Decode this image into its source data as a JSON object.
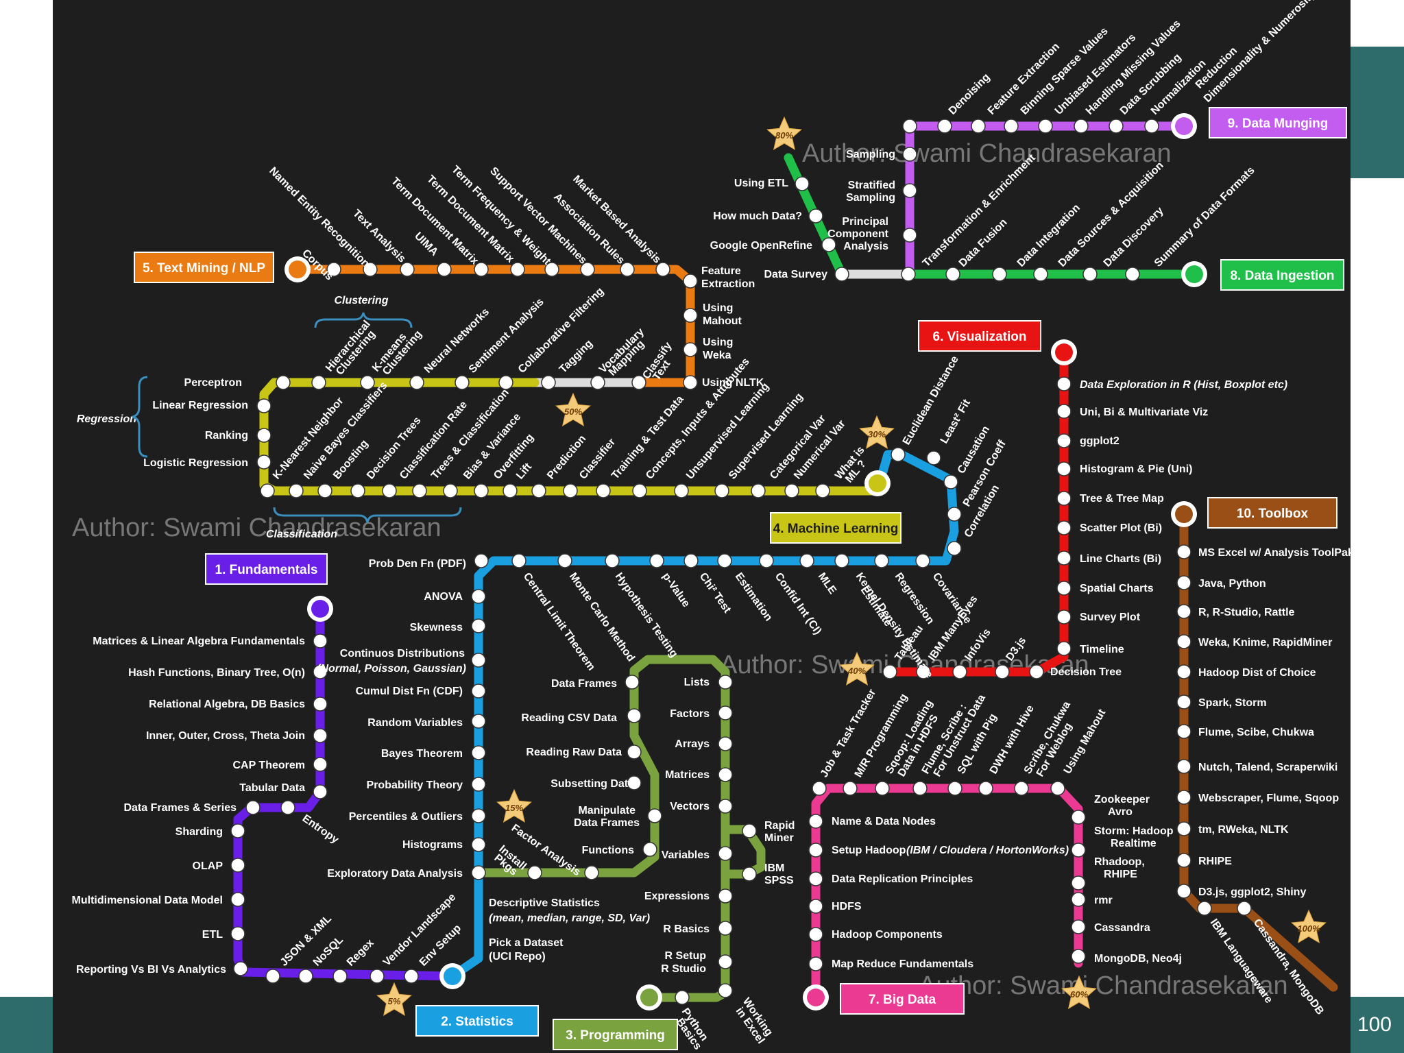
{
  "page_number": "100",
  "watermark": "Author: Swami Chandrasekaran",
  "colors": {
    "fundamentals": "#6a1fe8",
    "statistics": "#1a9fe0",
    "programming": "#7aa23e",
    "machine_learning": "#c9c516",
    "text_mining": "#ea7a12",
    "visualization": "#e81414",
    "big_data": "#ea3a92",
    "data_ingestion": "#1fbf4a",
    "data_munging": "#c35df0",
    "toolbox": "#9a4f16",
    "connector": "#dddddd"
  },
  "lines": {
    "fundamentals": {
      "label": "1. Fundamentals",
      "stations": [
        "Matrices & Linear Algebra Fundamentals",
        "Hash Functions, Binary Tree, O(n)",
        "Relational Algebra, DB Basics",
        "Inner, Outer, Cross, Theta Join",
        "CAP Theorem",
        "Tabular Data",
        "Entropy",
        "Data Frames & Series",
        "Sharding",
        "OLAP",
        "Multidimensional Data Model",
        "ETL",
        "Reporting Vs BI Vs Analytics",
        "JSON & XML",
        "NoSQL",
        "Regex",
        "Vendor Landscape",
        "Env Setup"
      ],
      "star": "5%"
    },
    "statistics": {
      "label": "2. Statistics",
      "stations": [
        "Pick a Dataset (UCI Repo)",
        "Descriptive Statistics",
        "(mean, median, range, SD, Var)",
        "Exploratory Data Analysis",
        "Histograms",
        "Percentiles & Outliers",
        "Probability Theory",
        "Bayes Theorem",
        "Random Variables",
        "Cumul Dist Fn (CDF)",
        "Continuos Distributions",
        "(Normal, Poisson, Gaussian)",
        "Skewness",
        "ANOVA",
        "Prob Den Fn (PDF)",
        "Central Limit Theorem",
        "Monte Carlo Method",
        "Hypothesis Testing",
        "p-Value",
        "Chi² Test",
        "Estimation",
        "Confid Int (CI)",
        "MLE",
        "Kernel Density Estimate",
        "Regression",
        "Covariance",
        "Correlation",
        "Pearson Coeff",
        "Causation",
        "Least² Fit",
        "Euclidean Distance"
      ],
      "star": "15%"
    },
    "programming": {
      "label": "3. Programming",
      "stations": [
        "Python Basics",
        "Working in Excel",
        "R Setup",
        "R Studio",
        "R Basics",
        "Expressions",
        "Variables",
        "IBM SPSS",
        "Rapid Miner",
        "Vectors",
        "Matrices",
        "Arrays",
        "Factors",
        "Lists",
        "Data Frames",
        "Reading CSV Data",
        "Reading Raw Data",
        "Subsetting Data",
        "Manipulate Data Frames",
        "Functions",
        "Install Pkgs",
        "Factor Analysis"
      ]
    },
    "machine_learning": {
      "label": "4. Machine Learning",
      "stations": [
        "What is ML ?",
        "Numerical Var",
        "Categorical Var",
        "Supervised Learning",
        "Unsupervised Learning",
        "Concepts, Inputs & Attributes",
        "Training & Test Data",
        "Classifier",
        "Prediction",
        "Lift",
        "Overfitting",
        "Bias & Variance",
        "Trees & Classification",
        "Classification Rate",
        "Decision Trees",
        "Boosting",
        "Naive Bayes Classifiers",
        "K-Nearest Neighbor",
        "Logistic Regression",
        "Ranking",
        "Linear Regression",
        "Perceptron",
        "Hierarchical Clustering",
        "K-means Clustering",
        "Neural Networks",
        "Sentiment Analysis",
        "Collaborative Filtering",
        "Tagging"
      ],
      "groups": [
        "Regression",
        "Clustering",
        "Classification"
      ],
      "star": "30%"
    },
    "text_mining": {
      "label": "5. Text Mining / NLP",
      "stations": [
        "Corpus",
        "Named Entity Recognition",
        "Text Analysis",
        "UIMA",
        "Term Document Matrix",
        "Term Frequency & Weight",
        "Support Vector Machines",
        "Association Rules",
        "Market Based Analysis",
        "Feature Extraction",
        "Using Mahout",
        "Using Weka",
        "Using NLTK",
        "Classify Text",
        "Vocabulary Mapping"
      ],
      "star": "50%"
    },
    "visualization": {
      "label": "6. Visualization",
      "stations": [
        "Data Exploration in R (Hist, Boxplot etc)",
        "Uni, Bi & Multivariate Viz",
        "ggplot2",
        "Histogram & Pie (Uni)",
        "Tree & Tree Map",
        "Scatter Plot (Bi)",
        "Line Charts (Bi)",
        "Spatial Charts",
        "Survey Plot",
        "Timeline",
        "Decision Tree",
        "D3.js",
        "InfoVis",
        "IBM ManyEyes",
        "Tableau"
      ],
      "star": "40%"
    },
    "big_data": {
      "label": "7. Big Data",
      "stations": [
        "Map Reduce Fundamentals",
        "Hadoop Components",
        "HDFS",
        "Data Replication Principles",
        "Setup Hadoop",
        "(IBM / Cloudera / HortonWorks)",
        "Name & Data Nodes",
        "Job & Task Tracker",
        "M/R Programming",
        "Sqoop: Loading Data in HDFS",
        "Flume, Scribe : For Unstruct Data",
        "SQL with Pig",
        "DWH with Hive",
        "Scribe, Chukwa For Weblog",
        "Using Mahout",
        "Zookeeper Avro",
        "Storm: Hadoop Realtime",
        "Rhadoop, RHIPE",
        "rmr",
        "Cassandra",
        "MongoDB, Neo4j"
      ],
      "star": "60%"
    },
    "data_ingestion": {
      "label": "8. Data Ingestion",
      "stations": [
        "Summary of Data Formats",
        "Data Discovery",
        "Data Sources & Acquisition",
        "Data Integration",
        "Data Fusion",
        "Transformation & Enrichment",
        "Data Survey",
        "Google OpenRefine",
        "How much Data?",
        "Using ETL"
      ],
      "star": "80%"
    },
    "data_munging": {
      "label": "9. Data Munging",
      "stations": [
        "Dimensionality & Numerosity Reduction",
        "Normalization",
        "Data Scrubbing",
        "Handling Missing Values",
        "Unbiased Estimators",
        "Binning Sparse Values",
        "Feature Extraction",
        "Denoising",
        "Sampling",
        "Stratified Sampling",
        "Principal Component Analysis"
      ]
    },
    "toolbox": {
      "label": "10. Toolbox",
      "stations": [
        "MS Excel w/ Analysis ToolPak",
        "Java, Python",
        "R, R-Studio, Rattle",
        "Weka, Knime, RapidMiner",
        "Hadoop Dist of Choice",
        "Spark, Storm",
        "Flume, Scibe, Chukwa",
        "Nutch, Talend, Scraperwiki",
        "Webscraper, Flume, Sqoop",
        "tm, RWeka, NLTK",
        "RHIPE",
        "D3.js, ggplot2,  Shiny",
        "IBM Languageware",
        "Cassandra, MongoDB"
      ],
      "star": "100%"
    }
  }
}
